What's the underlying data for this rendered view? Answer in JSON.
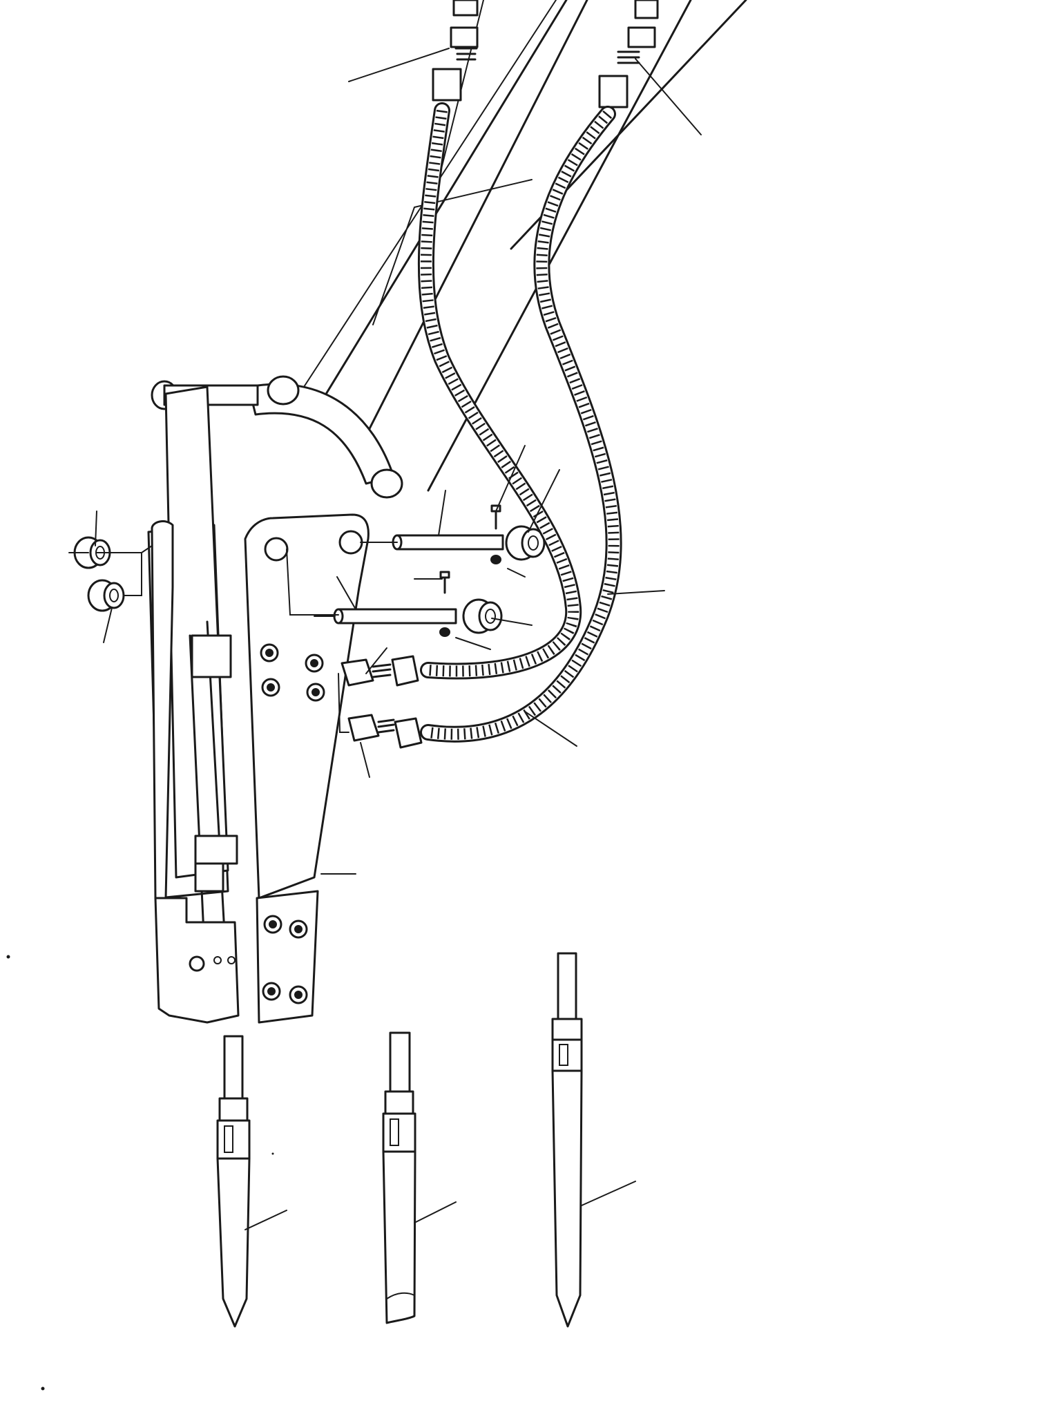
{
  "figure": {
    "type": "exploded-assembly-drawing",
    "callout_numbers": [],
    "components": [
      "hydraulic-breaker",
      "mounting-bracket",
      "boom-arm",
      "hydraulic-hose",
      "mounting-pin",
      "pin-bushing",
      "retaining-bolt",
      "lock-nut",
      "hose-fitting",
      "chisel-moil-point",
      "chisel-flat-blade",
      "chisel-long-point"
    ]
  }
}
